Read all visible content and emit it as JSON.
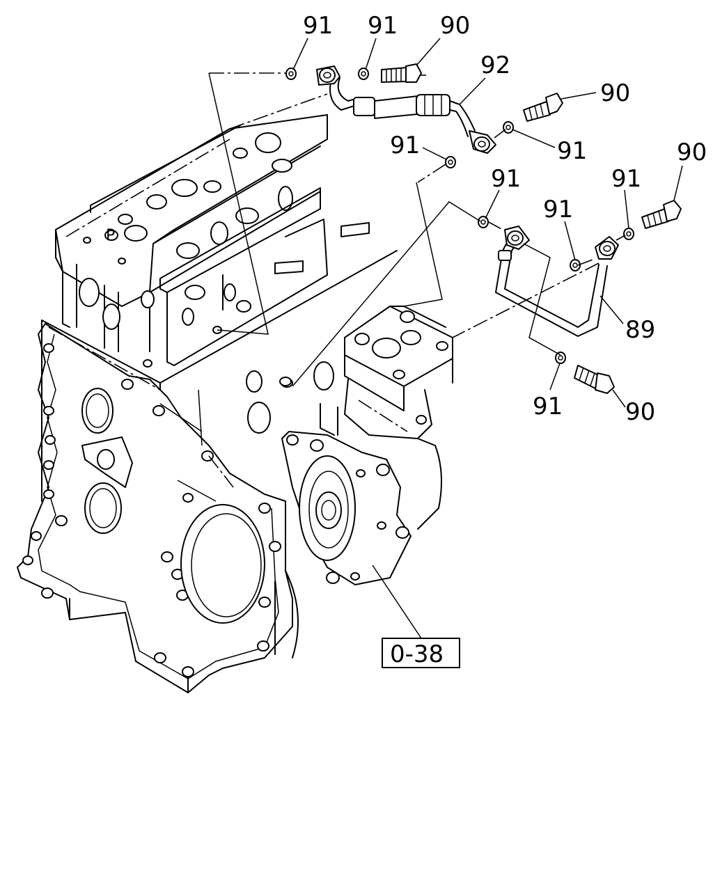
{
  "callouts": {
    "c91_top_a": "91",
    "c91_top_b": "91",
    "c90_top": "90",
    "c92": "92",
    "c90_right_top": "90",
    "c91_mid_left": "91",
    "c91_mid_right": "91",
    "c90_far_right": "90",
    "c91_pipe_left": "91",
    "c91_far_right": "91",
    "c91_pipe_mid": "91",
    "c89": "89",
    "c91_bottom": "91",
    "c90_bottom": "90"
  },
  "reference_box": "0-38"
}
